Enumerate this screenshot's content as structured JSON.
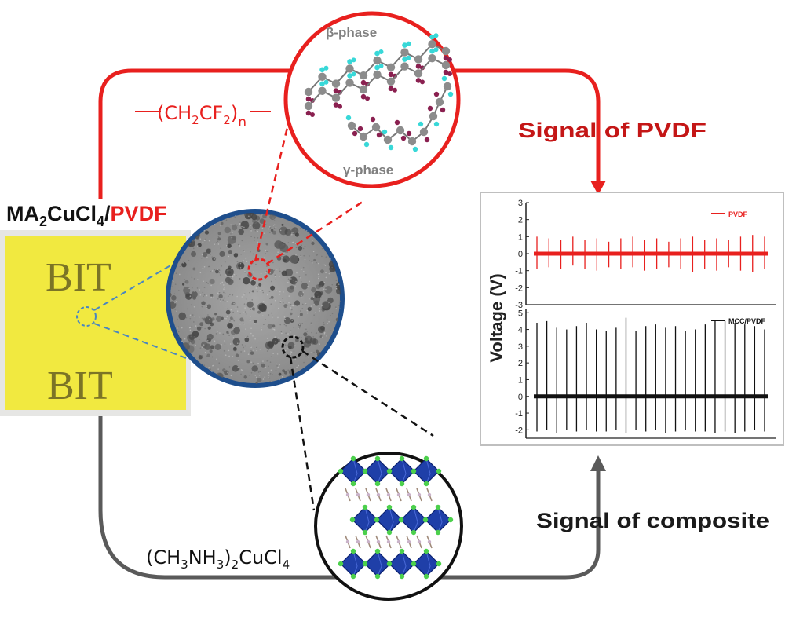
{
  "labels": {
    "film_title_a": "MA",
    "film_title_sub": "2",
    "film_title_b": "CuCl",
    "film_title_sub2": "4",
    "film_title_sep": "/",
    "film_title_pvdf": "PVDF",
    "film_text_top": "BIT",
    "film_text_bottom": "BIT",
    "pvdf_formula": "(CH2CF2)n",
    "beta_phase": "β-phase",
    "gamma_phase": "γ-phase",
    "signal_pvdf": "Signal of PVDF",
    "signal_composite": "Signal of composite",
    "perovskite_formula": "(CH3NH3)2CuCl4"
  },
  "colors": {
    "red": "#e8201e",
    "dark_red": "#c41616",
    "gray": "#5a5a5a",
    "film_yellow": "#f1e940",
    "tem_border": "#1e4e8c",
    "octahedra_blue": "#1f3fa8",
    "chlorine_green": "#4cd04c",
    "fluorine_cyan": "#38d8d8",
    "carbon_gray": "#8c8c8c",
    "hydrogen_maroon": "#8a2050"
  },
  "chart_data": [
    {
      "type": "line",
      "panel": "top",
      "ylabel": "Voltage (V)",
      "ylim": [
        -3,
        3
      ],
      "yticks": [
        -3,
        -2,
        -1,
        0,
        1,
        2,
        3
      ],
      "series": [
        {
          "name": "PVDF",
          "color": "#e8201e",
          "baseline": 0,
          "spikes": [
            {
              "up": 1.0,
              "down": -0.9
            },
            {
              "up": 0.9,
              "down": -0.8
            },
            {
              "up": 0.8,
              "down": -0.9
            },
            {
              "up": 1.0,
              "down": -0.7
            },
            {
              "up": 0.8,
              "down": -0.9
            },
            {
              "up": 0.9,
              "down": -1.0
            },
            {
              "up": 0.7,
              "down": -0.8
            },
            {
              "up": 0.9,
              "down": -0.9
            },
            {
              "up": 1.0,
              "down": -0.8
            },
            {
              "up": 0.8,
              "down": -1.0
            },
            {
              "up": 0.9,
              "down": -0.9
            },
            {
              "up": 0.7,
              "down": -0.8
            },
            {
              "up": 0.9,
              "down": -0.9
            },
            {
              "up": 1.0,
              "down": -1.1
            },
            {
              "up": 0.8,
              "down": -0.9
            },
            {
              "up": 0.9,
              "down": -1.0
            },
            {
              "up": 0.8,
              "down": -0.8
            },
            {
              "up": 1.0,
              "down": -1.0
            },
            {
              "up": 1.1,
              "down": -1.1
            },
            {
              "up": 1.0,
              "down": -0.9
            }
          ]
        }
      ]
    },
    {
      "type": "line",
      "panel": "bottom",
      "ylabel": "Voltage (V)",
      "ylim": [
        -2.5,
        5.2
      ],
      "yticks": [
        -2,
        -1,
        0,
        1,
        2,
        3,
        4,
        5
      ],
      "series": [
        {
          "name": "MCC/PVDF",
          "color": "#111111",
          "baseline": 0,
          "spikes": [
            {
              "up": 4.4,
              "down": -2.1
            },
            {
              "up": 4.5,
              "down": -2.0
            },
            {
              "up": 4.1,
              "down": -2.2
            },
            {
              "up": 4.0,
              "down": -2.0
            },
            {
              "up": 4.2,
              "down": -2.1
            },
            {
              "up": 4.4,
              "down": -2.0
            },
            {
              "up": 4.0,
              "down": -2.1
            },
            {
              "up": 3.9,
              "down": -2.1
            },
            {
              "up": 4.1,
              "down": -2.0
            },
            {
              "up": 4.7,
              "down": -2.2
            },
            {
              "up": 3.9,
              "down": -2.0
            },
            {
              "up": 4.2,
              "down": -2.1
            },
            {
              "up": 4.3,
              "down": -2.0
            },
            {
              "up": 4.1,
              "down": -2.2
            },
            {
              "up": 4.2,
              "down": -2.1
            },
            {
              "up": 3.9,
              "down": -2.0
            },
            {
              "up": 4.0,
              "down": -2.1
            },
            {
              "up": 4.3,
              "down": -2.1
            },
            {
              "up": 4.5,
              "down": -2.2
            },
            {
              "up": 4.5,
              "down": -2.1
            },
            {
              "up": 4.4,
              "down": -2.2
            },
            {
              "up": 4.3,
              "down": -2.1
            },
            {
              "up": 4.2,
              "down": -2.0
            },
            {
              "up": 4.0,
              "down": -2.1
            }
          ]
        }
      ]
    }
  ]
}
